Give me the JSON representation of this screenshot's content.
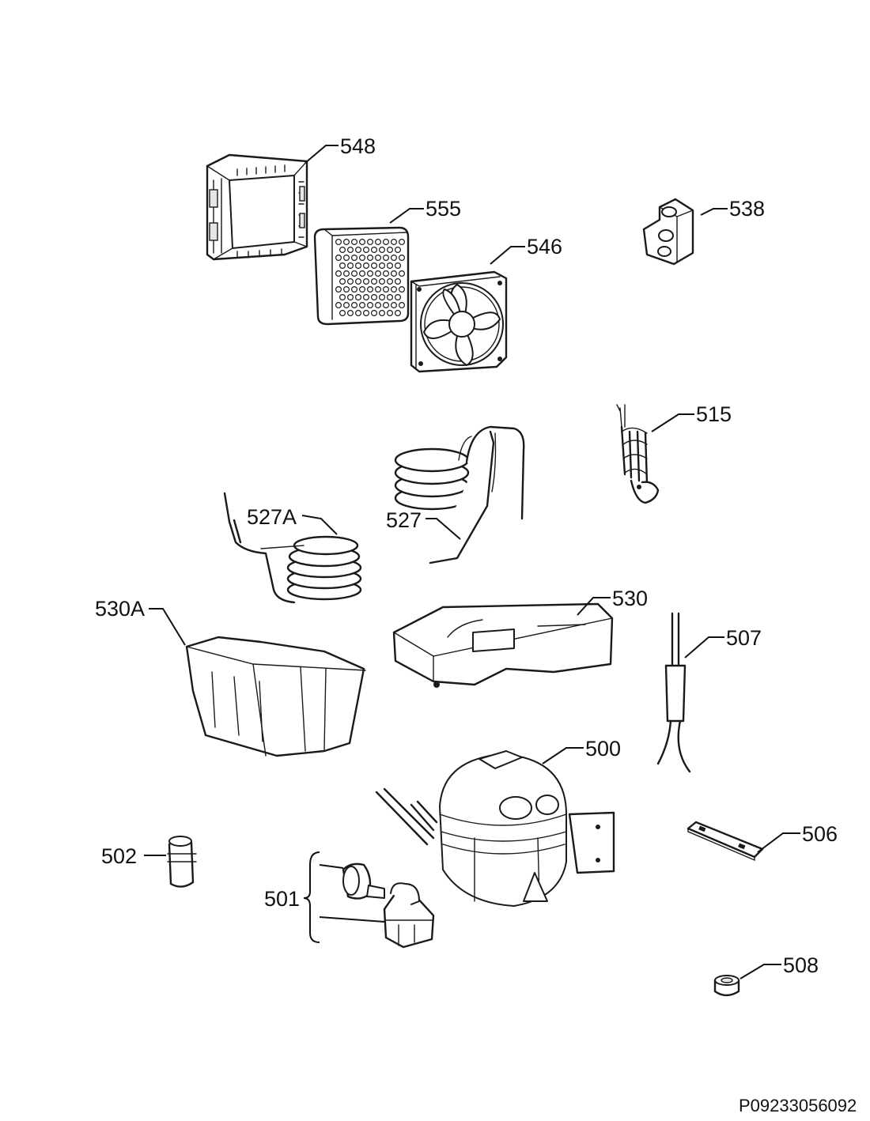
{
  "diagram": {
    "reference_code": "P09233056092",
    "parts": [
      {
        "id": "p548",
        "label": "548"
      },
      {
        "id": "p555",
        "label": "555"
      },
      {
        "id": "p546",
        "label": "546"
      },
      {
        "id": "p538",
        "label": "538"
      },
      {
        "id": "p515",
        "label": "515"
      },
      {
        "id": "p527A",
        "label": "527A"
      },
      {
        "id": "p527",
        "label": "527"
      },
      {
        "id": "p530",
        "label": "530"
      },
      {
        "id": "p530A",
        "label": "530A"
      },
      {
        "id": "p507",
        "label": "507"
      },
      {
        "id": "p500",
        "label": "500"
      },
      {
        "id": "p502",
        "label": "502"
      },
      {
        "id": "p501",
        "label": "501"
      },
      {
        "id": "p506",
        "label": "506"
      },
      {
        "id": "p508",
        "label": "508"
      }
    ]
  }
}
